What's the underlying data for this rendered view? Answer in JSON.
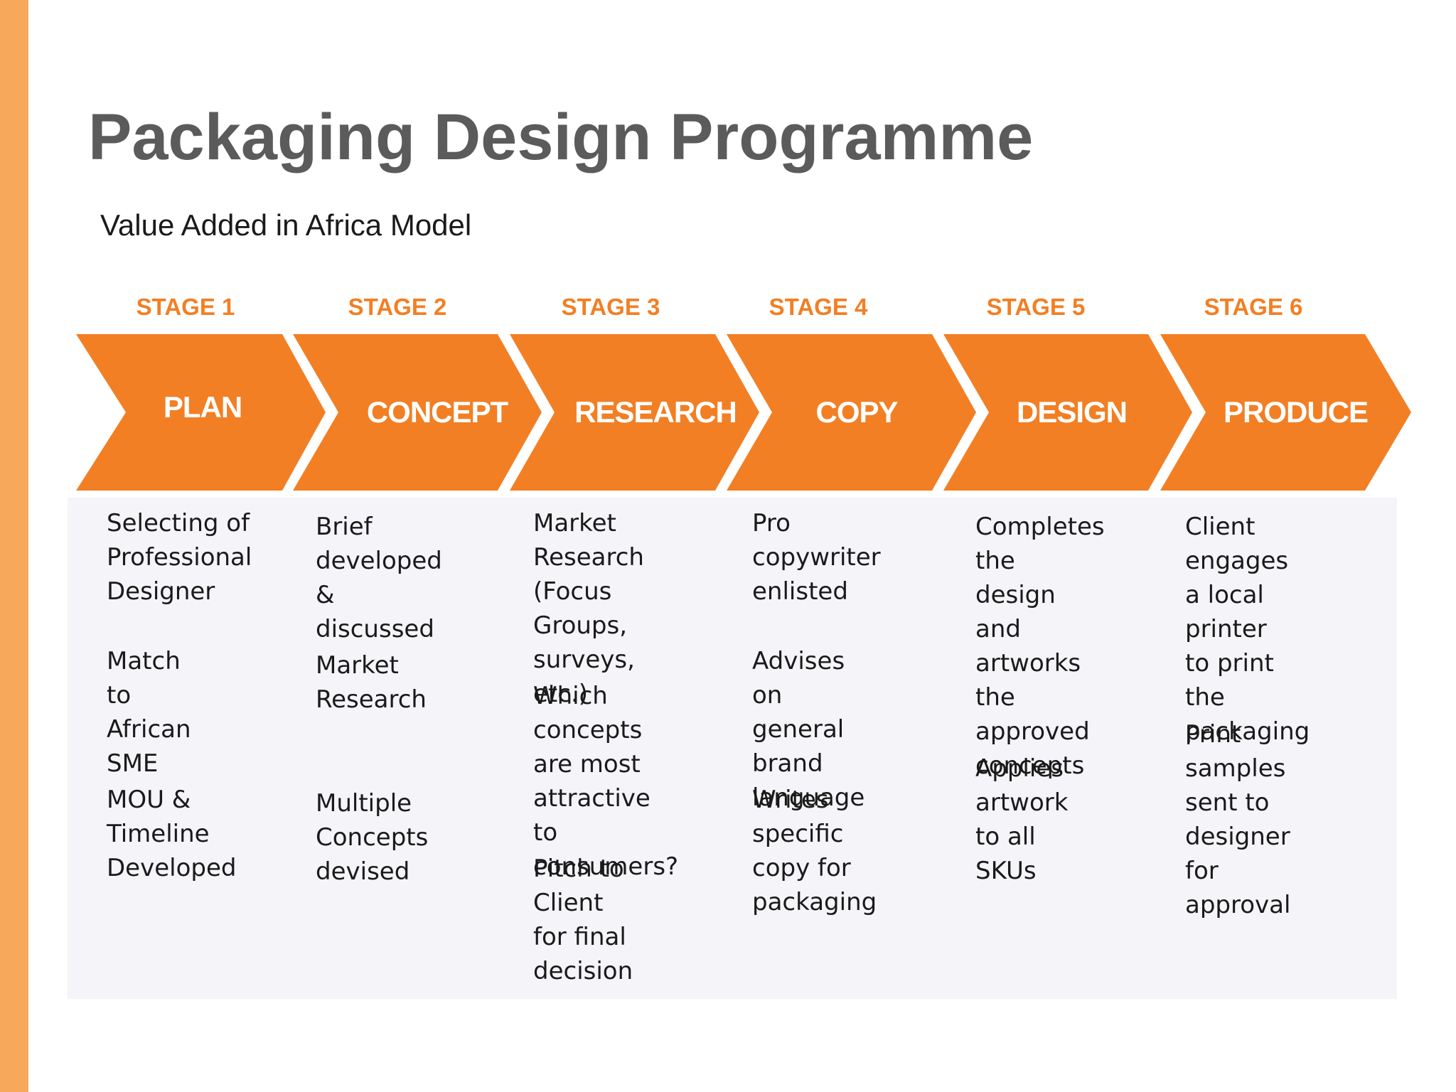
{
  "title": "Packaging Design Programme",
  "subtitle": "Value Added in Africa Model",
  "colors": {
    "accent": "#f27f24",
    "side_bar": "#f8a85a",
    "title_gray": "#5b5b5b",
    "panel": "#f5f4f8"
  },
  "stages": [
    {
      "label": "STAGE 1",
      "name": "PLAN",
      "items": [
        "Selecting of\nProfessional\nDesigner",
        "Match to\nAfrican\nSME",
        "MOU &\nTimeline\nDeveloped"
      ]
    },
    {
      "label": "STAGE 2",
      "name": "CONCEPT",
      "items": [
        "Brief developed\n& discussed",
        "Market\nResearch",
        "Multiple\nConcepts\ndevised"
      ]
    },
    {
      "label": "STAGE 3",
      "name": "RESEARCH",
      "items": [
        "Market\nResearch\n(Focus Groups,\nsurveys, etc.)",
        "Which concepts\nare most\nattractive to\nconsumers?",
        "Pitch to Client\nfor final\ndecision"
      ]
    },
    {
      "label": "STAGE 4",
      "name": "COPY",
      "items": [
        "Pro copywriter\nenlisted",
        "Advises on\ngeneral brand\nlanguage",
        "Writes specific\ncopy for\npackaging"
      ]
    },
    {
      "label": "STAGE 5",
      "name": "DESIGN",
      "items": [
        "Completes the\ndesign and\nartworks the\napproved\nconcepts",
        "Applies artwork\nto all SKUs"
      ]
    },
    {
      "label": "STAGE 6",
      "name": "PRODUCE",
      "items": [
        "Client engages\na local printer\nto print the\npackaging",
        "Print samples\nsent to\ndesigner for\napproval"
      ]
    }
  ]
}
